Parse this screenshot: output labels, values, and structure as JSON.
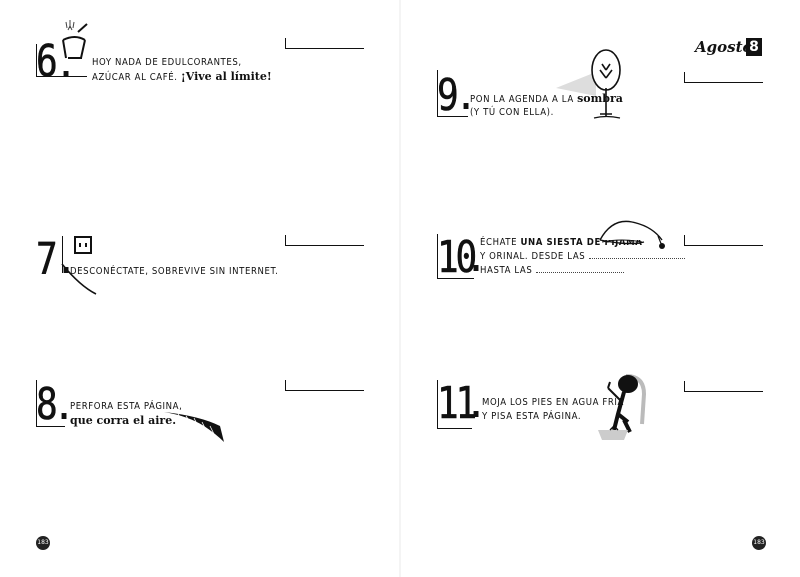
{
  "header": {
    "month": "Agosto",
    "month_number": "8"
  },
  "tasks": [
    {
      "number": "6",
      "lines": [
        "HOY NADA DE EDULCORANTES,",
        "AZÚCAR AL CAFÉ."
      ],
      "emphasis": "¡Vive al límite!"
    },
    {
      "number": "7",
      "lines": [
        "DESCONÉCTATE, SOBREVIVE SIN INTERNET."
      ]
    },
    {
      "number": "8",
      "lines": [
        "PERFORA ESTA PÁGINA,"
      ],
      "emphasis": "que corra el aire."
    },
    {
      "number": "9",
      "line1_pre": "PON LA AGENDA A LA",
      "line1_emphasis": "sombra",
      "line2": "(Y TÚ CON ELLA)."
    },
    {
      "number": "10",
      "line1_pre": "ÉCHATE",
      "line1_emphasis": "UNA SIESTA DE PIJAMA",
      "line2": "Y ORINAL. DESDE LAS",
      "line3": "HASTA LAS"
    },
    {
      "number": "11",
      "lines": [
        "MOJA LOS PIES EN AGUA FRÍA",
        "Y PISA ESTA PÁGINA."
      ]
    }
  ],
  "page_numbers": {
    "left": "183",
    "right": "183"
  },
  "icons": [
    "sugar-icon",
    "socket-icon",
    "tear-icon",
    "tree-icon",
    "nightcap-icon",
    "feet-in-water-icon"
  ]
}
